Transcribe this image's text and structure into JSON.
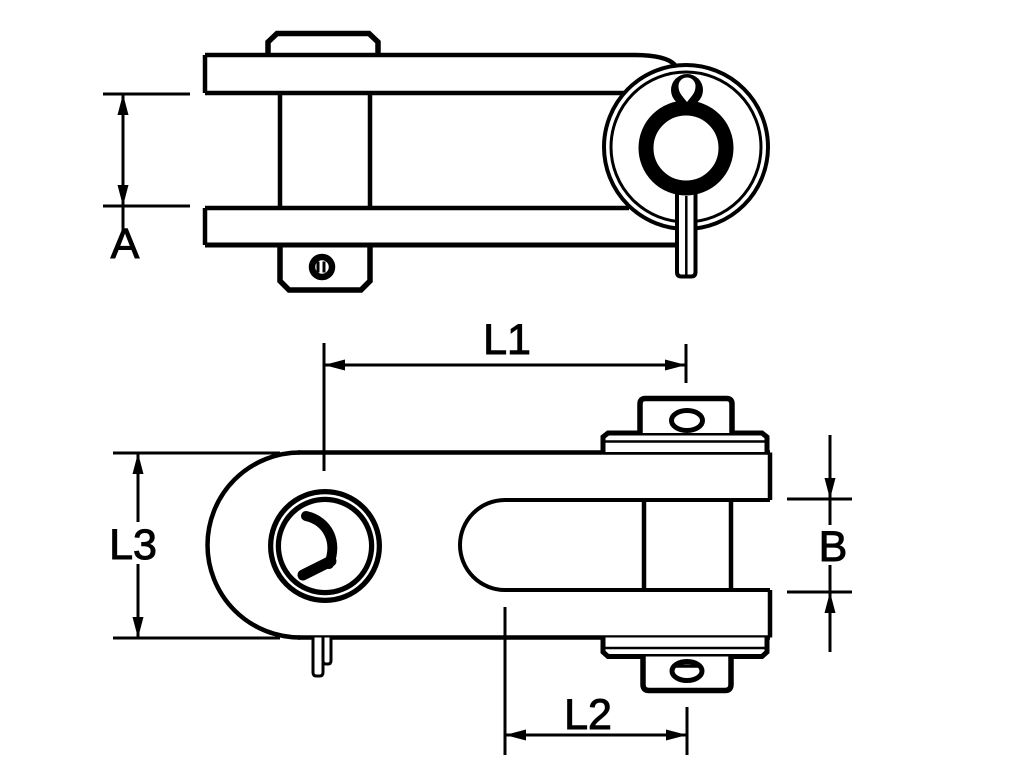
{
  "drawing": {
    "background_color": "#ffffff",
    "line_color": "#000000",
    "labels": {
      "a": "A",
      "l1": "L1",
      "l2": "L2",
      "l3": "L3",
      "b": "B"
    }
  }
}
